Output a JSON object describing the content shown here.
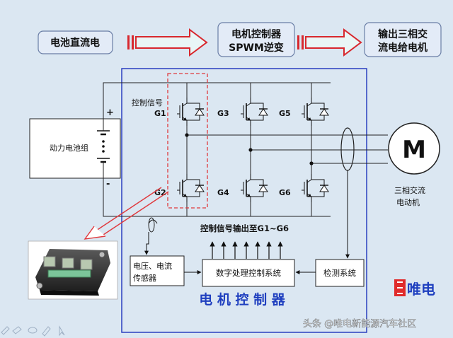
{
  "flow": {
    "battery_dc": "电池直流电",
    "controller_line1": "电机控制器",
    "controller_line2": "SPWM逆变",
    "output_line1": "输出三相交",
    "output_line2": "流电给电机"
  },
  "battery": {
    "label": "动力电池组",
    "plus": "+",
    "minus": "-"
  },
  "inverter": {
    "control_signal": "控制信号",
    "gates": [
      "G1",
      "G3",
      "G5",
      "G2",
      "G4",
      "G6"
    ]
  },
  "motor": {
    "symbol": "M",
    "label_line1": "三相交流",
    "label_line2": "电动机"
  },
  "control": {
    "signal_output": "控制信号输出至G1~G6",
    "sensor_line1": "电压、电流",
    "sensor_line2": "传感器",
    "dsp": "数字处理控制系统",
    "detection": "检测系统",
    "title": "电 机 控 制 器"
  },
  "watermark": {
    "text": "头条 @唯电新能源汽车社区",
    "logo_text": "唯电"
  },
  "colors": {
    "background": "#dbe7f2",
    "arrow_red": "#d8282e",
    "arrow_fill": "#e9f6f6",
    "box_border": "#2a3fbf",
    "title_blue": "#1f3fbf",
    "dashed_red": "#e0393d",
    "module_green": "#7cc59a"
  }
}
